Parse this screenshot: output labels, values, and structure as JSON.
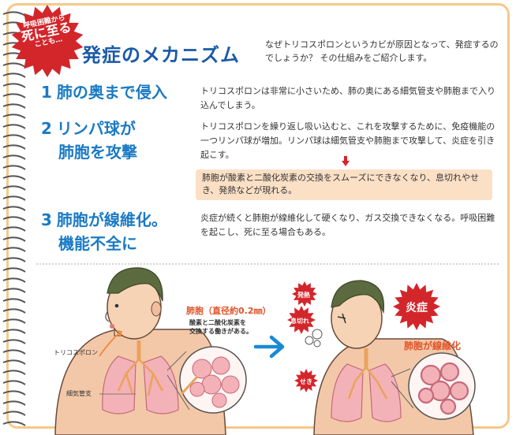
{
  "badge": {
    "line1": "呼吸困難から",
    "line2": "死に至る",
    "line3": "ことも…"
  },
  "header": {
    "title": "発症のメカニズム",
    "intro": "なぜトリコスポロンというカビが原因となって、発症するのでしょうか？ その仕組みをご紹介します。"
  },
  "steps": [
    {
      "num": "1",
      "title_line1": "肺の奥まで侵入",
      "title_line2": "",
      "text": "トリコスポロンは非常に小さいため、肺の奥にある細気管支や肺胞まで入り込んでしまう。"
    },
    {
      "num": "2",
      "title_line1": "リンパ球が",
      "title_line2": "肺胞を攻撃",
      "text": "トリコスポロンを繰り返し吸い込むと、これを攻撃するために、免疫機能の一つリンパ球が増加。リンパ球は細気管支や肺胞まで攻撃して、炎症を引き起こす。"
    },
    {
      "num": "3",
      "title_line1": "肺胞が線維化。",
      "title_line2": "機能不全に",
      "text": "炎症が続くと肺胞が線維化して硬くなり、ガス交換できなくなる。呼吸困難を起こし、死に至る場合もある。"
    }
  ],
  "note": "肺胞が酸素と二酸化炭素の交換をスムーズにできなくなり、息切れやせき、発熱などが現れる。",
  "illustration": {
    "label_trichosporon": "トリコスポロン",
    "label_bronchiole": "細気管支",
    "label_alveoli": "肺胞（直径約0.2㎜）",
    "label_alveoli_desc_line1": "酸素と二酸化炭素を",
    "label_alveoli_desc_line2": "交換する働きがある。",
    "symptom_fever": "発熱",
    "symptom_breath": "息切れ",
    "symptom_cough": "せき",
    "label_inflammation": "炎症",
    "label_fibrosis": "肺胞が線維化"
  },
  "colors": {
    "accent_blue": "#1a7ac4",
    "title_blue": "#1a5aa8",
    "red": "#d3262b",
    "note_bg": "#fbe0c6",
    "border": "#f5c88a"
  }
}
